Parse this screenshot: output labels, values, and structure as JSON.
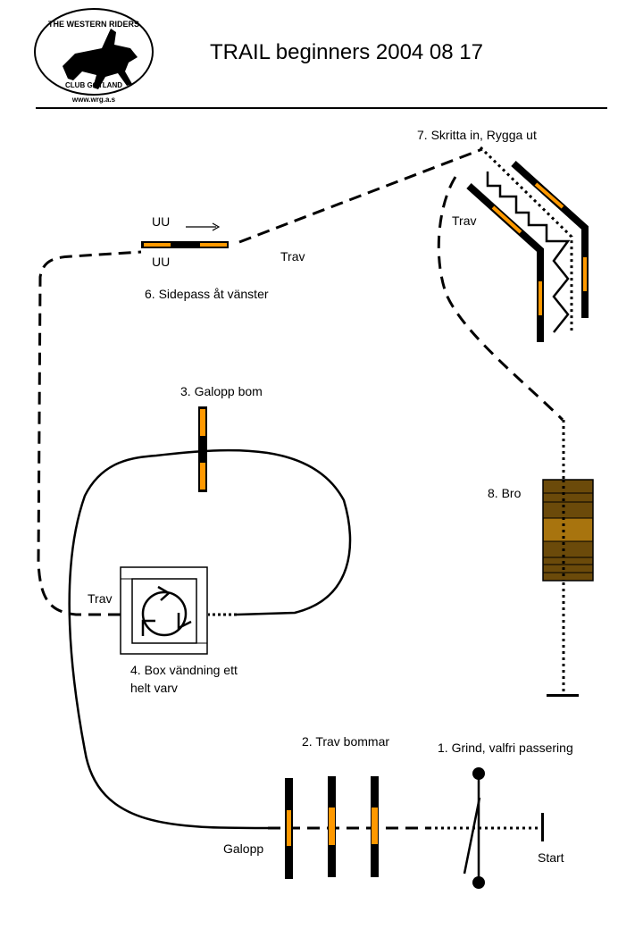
{
  "title": "TRAIL beginners 2004 08 17",
  "logo": {
    "text_top": "THE WESTERN RIDERS",
    "text_bottom": "CLUB GOTLAND",
    "url": "www.wrg.a.s"
  },
  "colors": {
    "pole_orange": "#ff9900",
    "pole_black": "#000000",
    "bridge": "#6b4a0a"
  },
  "obstacles": {
    "o1": "1. Grind, valfri passering",
    "o2": "2. Trav bommar",
    "o3": "3. Galopp bom",
    "o4_line1": "4. Box vändning ett",
    "o4_line2": "helt varv",
    "o6": "6. Sidepass åt vänster",
    "o7": "7. Skritta in, Rygga ut",
    "o8": "8. Bro"
  },
  "gaits": {
    "trav": "Trav",
    "galopp": "Galopp"
  },
  "start": "Start",
  "sidepass_marker": "UU"
}
